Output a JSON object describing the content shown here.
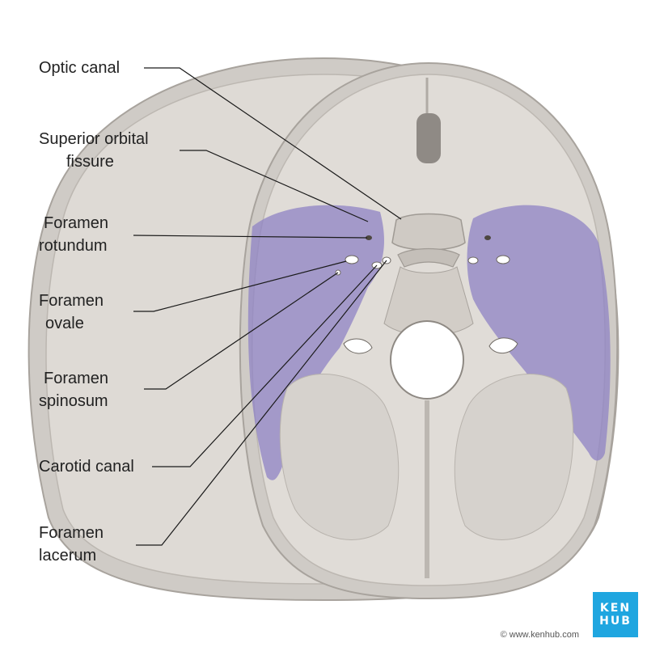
{
  "labels": {
    "optic_canal": "Optic canal",
    "superior_orbital_fissure": [
      "Superior orbital",
      "fissure"
    ],
    "foramen_rotundum": [
      "Foramen",
      "rotundum"
    ],
    "foramen_ovale": [
      "Foramen",
      "ovale"
    ],
    "foramen_spinosum": [
      "Foramen",
      "spinosum"
    ],
    "carotid_canal": "Carotid canal",
    "foramen_lacerum": [
      "Foramen",
      "lacerum"
    ]
  },
  "logo": [
    "KEN",
    "HUB"
  ],
  "credit": "© www.kenhub.com",
  "colors": {
    "highlight": "#8f83c4",
    "bone": "#d9d6d2",
    "bone_dark": "#b9b5b0",
    "leader_line": "#1a1a1a",
    "logo_bg": "#1fa6e0"
  }
}
